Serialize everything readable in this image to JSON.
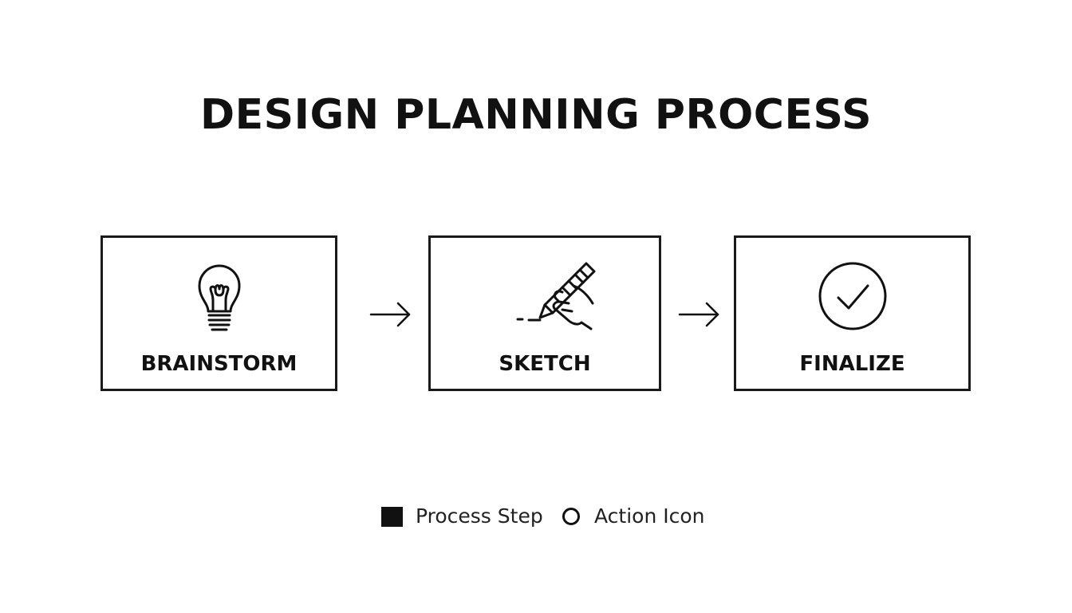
{
  "title": "DESIGN PLANNING PROCESS",
  "steps": [
    {
      "label": "BRAINSTORM",
      "icon": "lightbulb-icon"
    },
    {
      "label": "SKETCH",
      "icon": "pencil-hand-icon"
    },
    {
      "label": "FINALIZE",
      "icon": "check-circle-icon"
    }
  ],
  "connectors": [
    "right-arrow-icon",
    "right-arrow-icon"
  ],
  "legend": {
    "items": [
      {
        "label": "Process Step",
        "symbol": "filled-square"
      },
      {
        "label": "Action Icon",
        "symbol": "hollow-circle"
      }
    ]
  },
  "colors": {
    "background": "#ffffff",
    "ink": "#111111"
  }
}
